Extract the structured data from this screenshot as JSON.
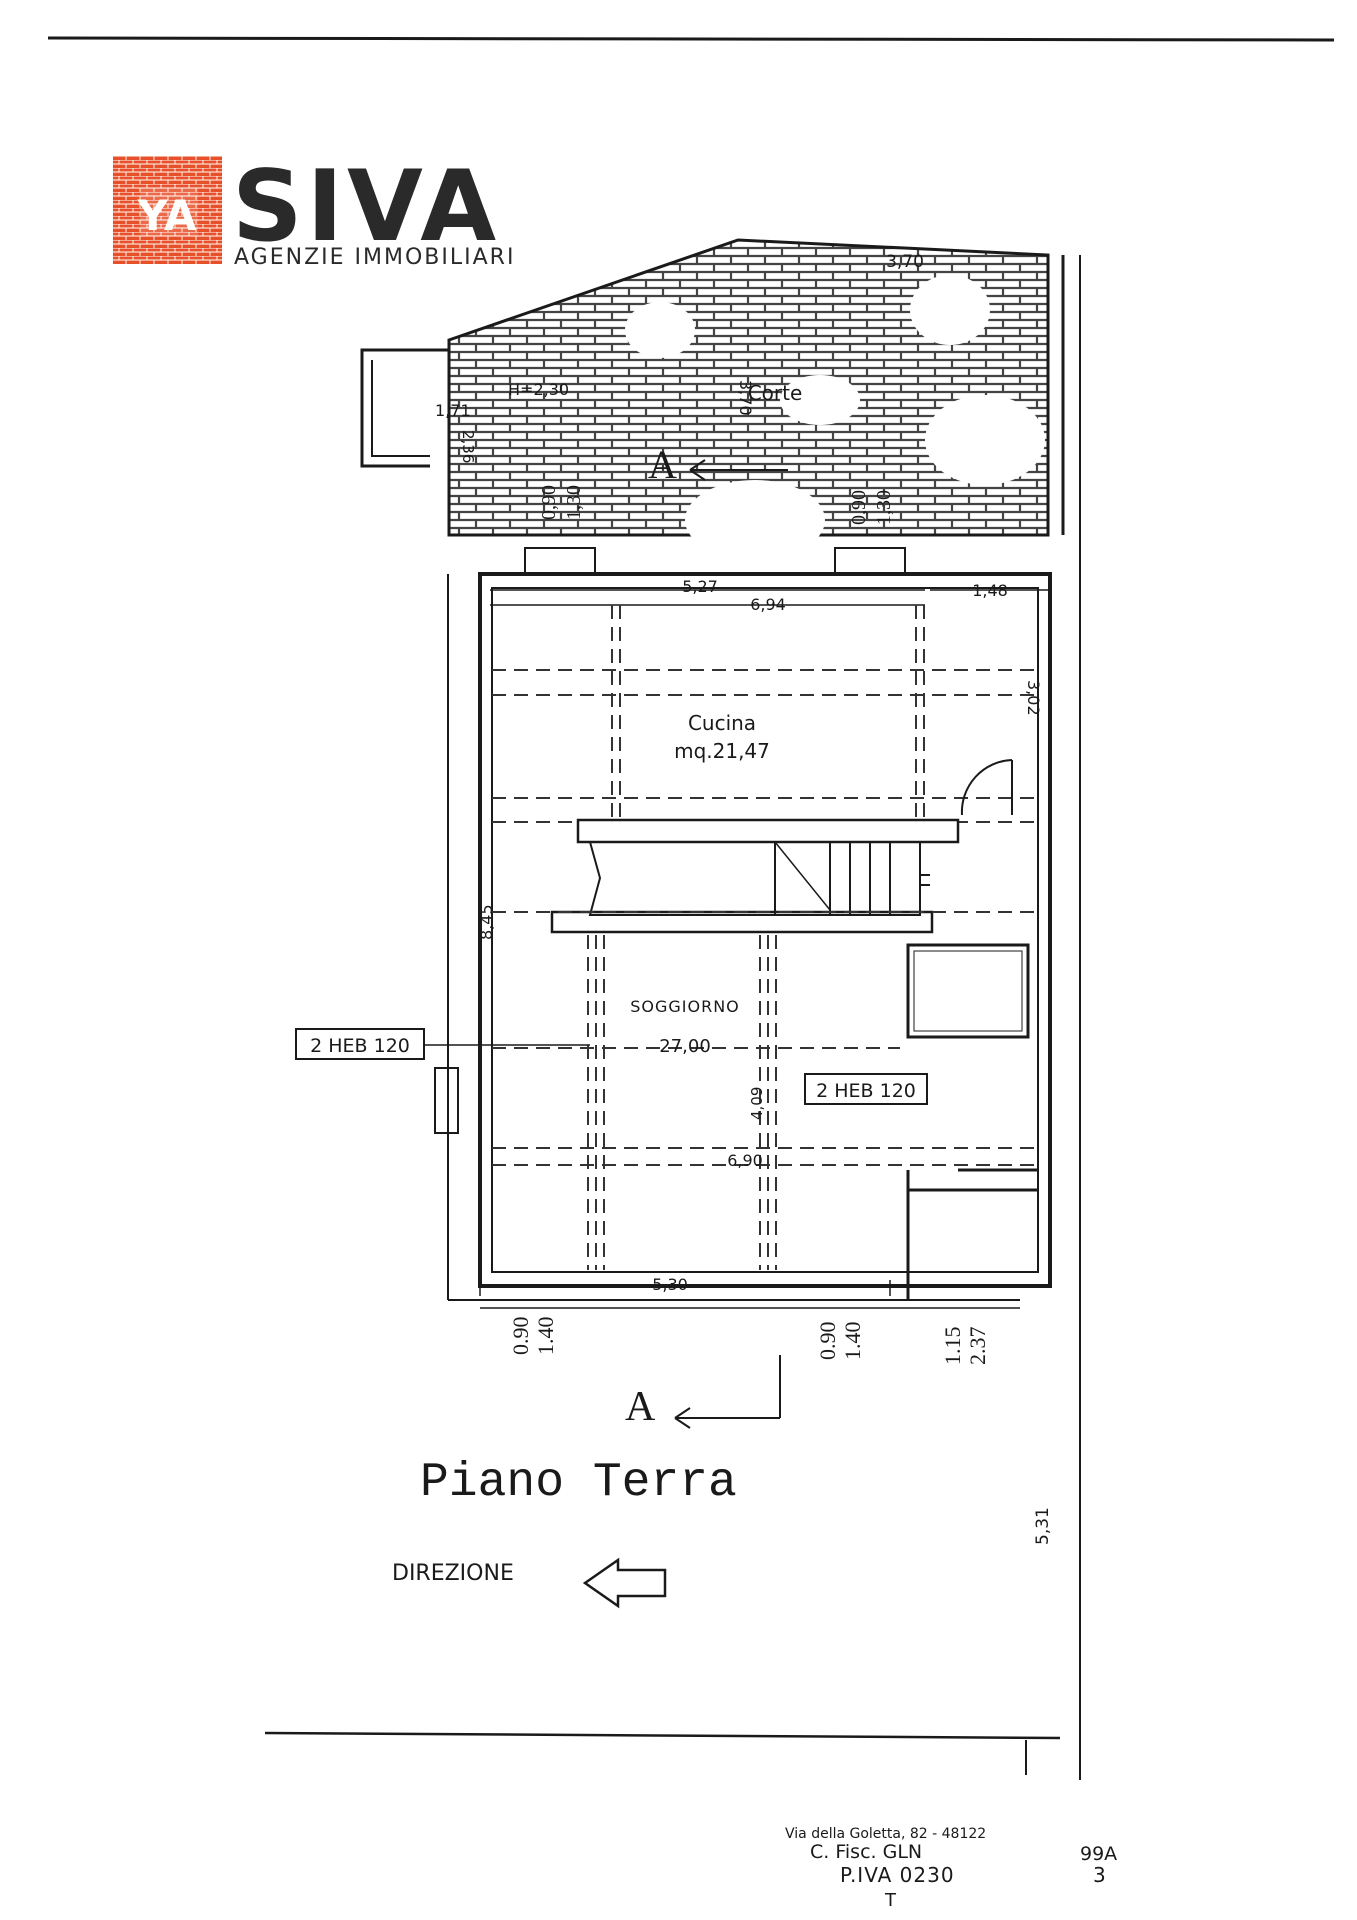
{
  "logo": {
    "name": "SIVA",
    "tagline": "AGENZIE IMMOBILIARI",
    "monogram": "YA",
    "brand_color": "#e8502a",
    "text_color": "#2a2a2a"
  },
  "court": {
    "label": "Corte",
    "height_label": "H=2,30",
    "dims": {
      "top": "3,70",
      "inner": "3,70",
      "left_a": "1,71",
      "left_b": "2,36",
      "door1_a": "0,90",
      "door1_b": "1,30",
      "door2_a": "0,90",
      "door2_b": "1,30"
    },
    "section_marker": "A"
  },
  "kitchen": {
    "name": "Cucina",
    "area": "mq.21,47",
    "dims": {
      "w1": "5,27",
      "w2": "6,94",
      "w3": "1,48",
      "h": "3,02"
    }
  },
  "living": {
    "name": "SOGGIORNO",
    "area": "27,00",
    "dims": {
      "depth": "8,45",
      "w": "6,90",
      "h": "4,09",
      "bottom": "5,30"
    }
  },
  "beams": {
    "left": "2 HEB 120",
    "right": "2 HEB 120"
  },
  "bottom_dims": {
    "d1a": "0.90",
    "d1b": "1.40",
    "d2a": "0.90",
    "d2b": "1.40",
    "d3a": "1.15",
    "d3b": "2.37",
    "side": "5,31"
  },
  "section_bottom": "A",
  "floor_title": "Piano Terra",
  "direction_label": "DIREZIONE",
  "stamp": {
    "line1": "Via della Goletta, 82 - 48122",
    "line2": "C. Fisc. GLN",
    "line2b": "99A",
    "line3": "P.IVA 0230",
    "line3b": "3",
    "line4": "T"
  }
}
